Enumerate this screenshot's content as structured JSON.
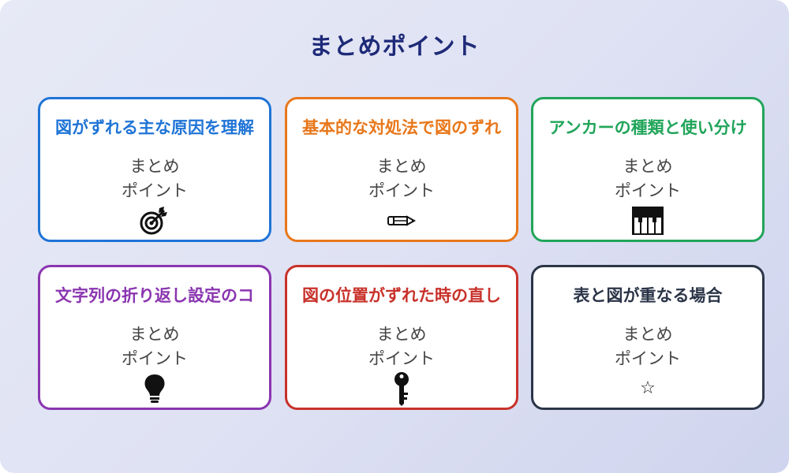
{
  "title": "まとめポイント",
  "cards": [
    {
      "title": "図がずれる主な原因を理解",
      "subtitle_line1": "まとめ",
      "subtitle_line2": "ポイント",
      "icon": "target-icon",
      "color": "#1f74d6"
    },
    {
      "title": "基本的な対処法で図のずれ",
      "subtitle_line1": "まとめ",
      "subtitle_line2": "ポイント",
      "icon": "pencil-icon",
      "color": "#e8771a"
    },
    {
      "title": "アンカーの種類と使い分け",
      "subtitle_line1": "まとめ",
      "subtitle_line2": "ポイント",
      "icon": "piano-keys-icon",
      "color": "#21a55a"
    },
    {
      "title": "文字列の折り返し設定のコ",
      "subtitle_line1": "まとめ",
      "subtitle_line2": "ポイント",
      "icon": "lightbulb-icon",
      "color": "#8a35b0"
    },
    {
      "title": "図の位置がずれた時の直し",
      "subtitle_line1": "まとめ",
      "subtitle_line2": "ポイント",
      "icon": "key-icon",
      "color": "#c8312a"
    },
    {
      "title": "表と図が重なる場合",
      "subtitle_line1": "まとめ",
      "subtitle_line2": "ポイント",
      "icon": "star-icon",
      "star_glyph": "☆",
      "color": "#2b3548"
    }
  ]
}
